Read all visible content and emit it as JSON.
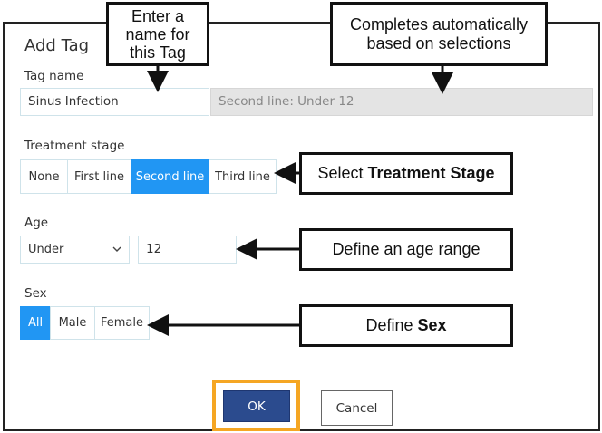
{
  "dialog": {
    "title": "Add Tag",
    "tag_name": {
      "label": "Tag name",
      "value": "Sinus Infection",
      "auto_value": "Second line: Under 12"
    },
    "treatment_stage": {
      "label": "Treatment stage",
      "options": [
        "None",
        "First line",
        "Second line",
        "Third line"
      ],
      "selected": "Second line"
    },
    "age": {
      "label": "Age",
      "comparator": "Under",
      "value": "12"
    },
    "sex": {
      "label": "Sex",
      "options": [
        "All",
        "Male",
        "Female"
      ],
      "selected": "All"
    },
    "buttons": {
      "ok": "OK",
      "cancel": "Cancel"
    }
  },
  "callouts": {
    "name_tag": "Enter a name for this Tag",
    "auto_complete": "Completes automatically based on selections",
    "treatment_prefix": "Select ",
    "treatment_bold": "Treatment Stage",
    "age_range": "Define an age range",
    "sex_prefix": "Define ",
    "sex_bold": "Sex"
  },
  "colors": {
    "active_blue": "#2196f3",
    "ok_blue": "#2b4b8e",
    "highlight_orange": "#f5a623"
  }
}
